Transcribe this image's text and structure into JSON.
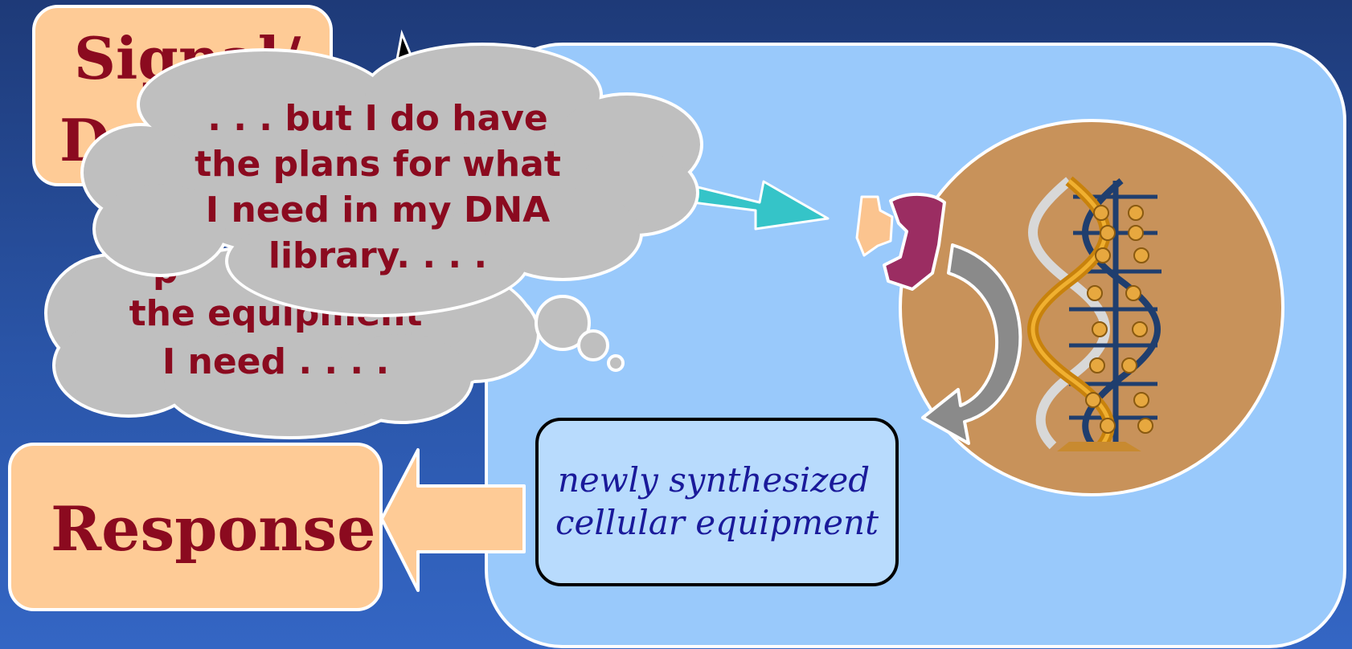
{
  "signal_box": {
    "line1": "Signal/",
    "line2": "De"
  },
  "response_box": {
    "label": "Response"
  },
  "thought_back": {
    "line1": "p",
    "line2": "the equipment",
    "line3": "I need . . . ."
  },
  "thought_front": {
    "line1": ". . . but I do have",
    "line2": "the plans for what",
    "line3": "I need in my DNA",
    "line4": "library. . . ."
  },
  "equipment_box": {
    "line1": "newly synthesized",
    "line2": "cellular equipment"
  },
  "colors": {
    "background_top": "#1e3a78",
    "background_bottom": "#3466c4",
    "cell": "#99c9fb",
    "nucleus": "#c8925a",
    "peach_box": "#fecb96",
    "title_text": "#8b0a1f",
    "cloud": "#bfbfbf",
    "teal_arrow": "#35c4c8",
    "gray_arrow": "#8a8a8a",
    "equipment_box": "#b8dbfd",
    "equipment_text": "#1a1a9a",
    "protein_magenta": "#9b2d62",
    "protein_peach": "#fbc48f"
  },
  "icons": [
    "dna-helix-icon",
    "protein-icon",
    "curved-arrow-icon",
    "thought-cloud-icon"
  ]
}
